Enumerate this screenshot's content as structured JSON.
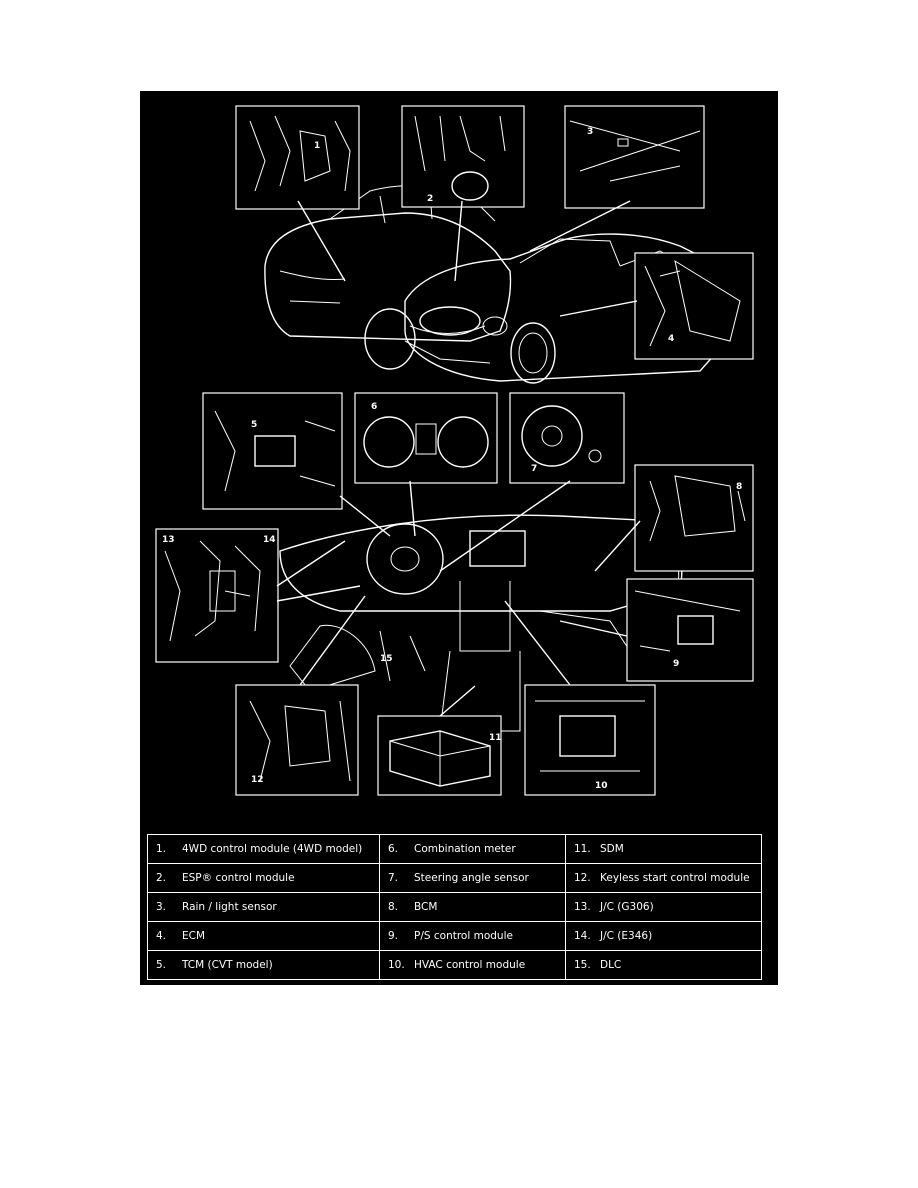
{
  "callouts": [
    "1",
    "2",
    "3",
    "4",
    "5",
    "6",
    "7",
    "8",
    "9",
    "10",
    "11",
    "12",
    "13",
    "14",
    "15"
  ],
  "legend": [
    [
      {
        "n": "1.",
        "t": "4WD control module (4WD model)"
      },
      {
        "n": "6.",
        "t": "Combination meter"
      },
      {
        "n": "11.",
        "t": "SDM"
      }
    ],
    [
      {
        "n": "2.",
        "t": "ESP® control module"
      },
      {
        "n": "7.",
        "t": "Steering angle sensor"
      },
      {
        "n": "12.",
        "t": "Keyless start control module"
      }
    ],
    [
      {
        "n": "3.",
        "t": "Rain / light sensor"
      },
      {
        "n": "8.",
        "t": "BCM"
      },
      {
        "n": "13.",
        "t": "J/C (G306)"
      }
    ],
    [
      {
        "n": "4.",
        "t": "ECM"
      },
      {
        "n": "9.",
        "t": "P/S control module"
      },
      {
        "n": "14.",
        "t": "J/C (E346)"
      }
    ],
    [
      {
        "n": "5.",
        "t": "TCM (CVT model)"
      },
      {
        "n": "10.",
        "t": "HVAC control module"
      },
      {
        "n": "15.",
        "t": "DLC"
      }
    ]
  ],
  "colors": {
    "background": "#000000",
    "line": "#ffffff",
    "page": "#ffffff"
  }
}
